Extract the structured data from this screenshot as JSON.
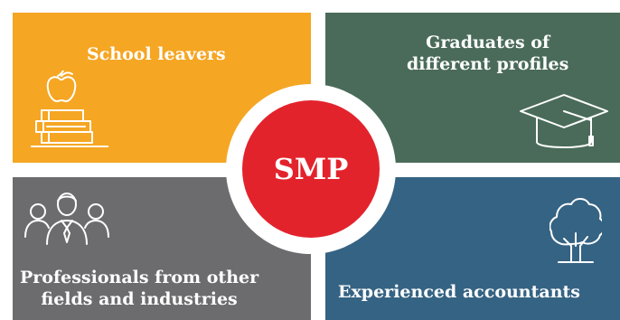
{
  "colors": {
    "top_left": "#F5A623",
    "top_right": "#4A6B5A",
    "bottom_left": "#6C6C6E",
    "bottom_right": "#356383",
    "center": "#E3232C",
    "icon_stroke": "#FFFFFF"
  },
  "center": {
    "label": "SMP"
  },
  "quadrants": {
    "top_left": {
      "label": "School leavers",
      "icon": "books-with-apple-icon"
    },
    "top_right": {
      "label_lines": [
        "Graduates of",
        "different profiles"
      ],
      "icon": "graduation-cap-icon"
    },
    "bottom_left": {
      "label_lines": [
        "Professionals from other",
        "fields and industries"
      ],
      "icon": "people-group-icon"
    },
    "bottom_right": {
      "label": "Experienced accountants",
      "icon": "tree-icon"
    }
  }
}
